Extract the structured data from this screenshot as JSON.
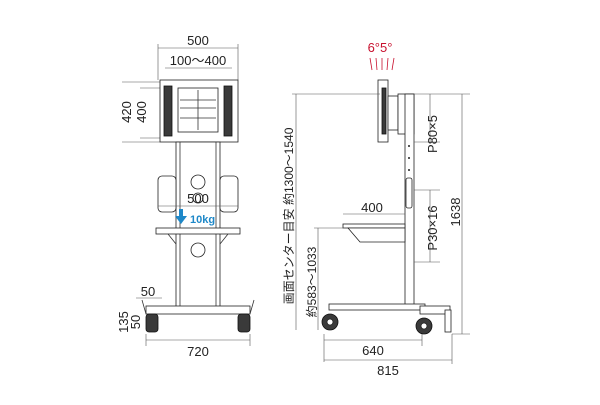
{
  "front_view": {
    "width_total": "500",
    "mount_range": "100〜400",
    "height_a": "420",
    "height_b": "400",
    "shelf_width": "500",
    "shelf_load": "10kg",
    "base_height_a": "135",
    "base_height_b": "50",
    "base_height_c": "50",
    "base_width": "720"
  },
  "side_view": {
    "tilt": "6°5°",
    "center_height": "画面センター目安 約1300〜1540",
    "pitch_upper": "P80×5",
    "shelf_depth": "400",
    "shelf_height": "約583〜1033",
    "pitch_lower": "P30×16",
    "total_height": "1638",
    "base_depth": "640",
    "total_depth": "815"
  },
  "colors": {
    "tilt_red": "#c8102e",
    "load_blue": "#1e88c8",
    "frame_gray": "#8a8a8a"
  }
}
